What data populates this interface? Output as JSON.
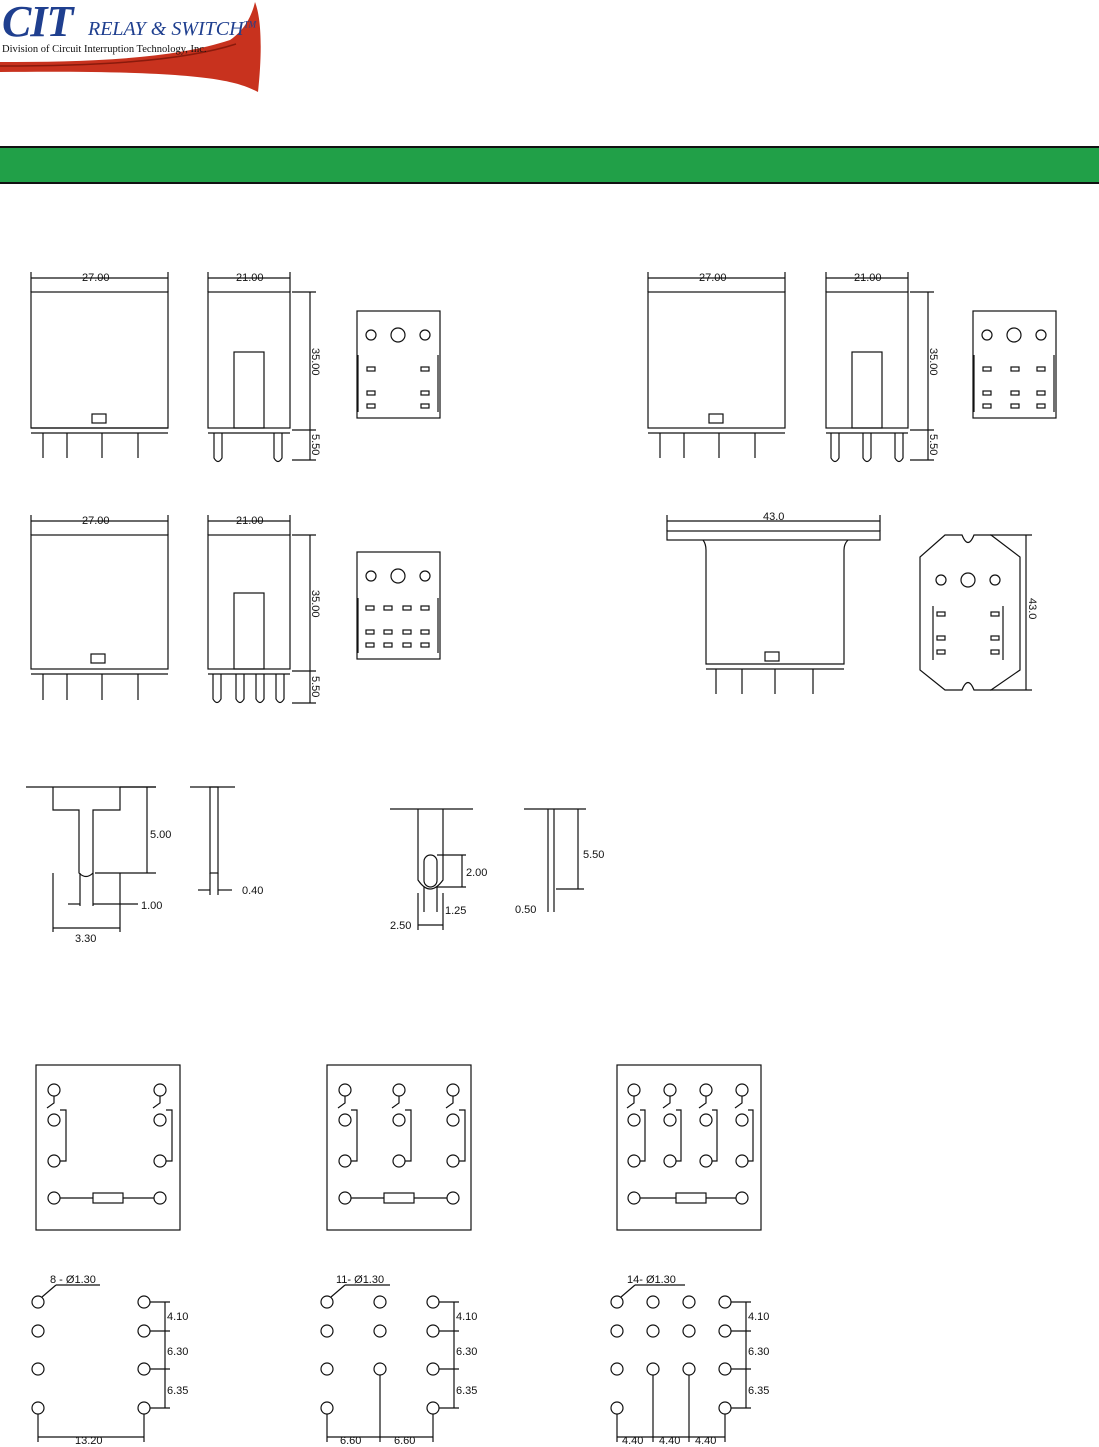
{
  "logo": {
    "brand": "CIT",
    "name": "RELAY & SWITCH",
    "tm": "TM",
    "division": "Division of Circuit Interruption Technology, Inc."
  },
  "banner_color": "#21a048",
  "dimensions": {
    "width_a": "27.00",
    "width_b": "21.00",
    "height": "35.00",
    "pin_len": "5.50",
    "flange_w": "43.0",
    "flange_h": "43.0"
  },
  "terminals": {
    "t_height": "5.00",
    "t_slot": "1.00",
    "t_width": "3.30",
    "t_thick": "0.40",
    "p_slot_h": "2.00",
    "p_width": "2.50",
    "p_hole": "1.25",
    "p_len": "5.50",
    "p_thick": "0.50"
  },
  "pcb": {
    "holes_8": "8 - Ø1.30",
    "holes_11": "11- Ø1.30",
    "holes_14": "14- Ø1.30",
    "d1": "4.10",
    "d2": "6.30",
    "d3": "6.35",
    "span_8": "13.20",
    "span_11": "6.60",
    "span_14": "4.40"
  }
}
